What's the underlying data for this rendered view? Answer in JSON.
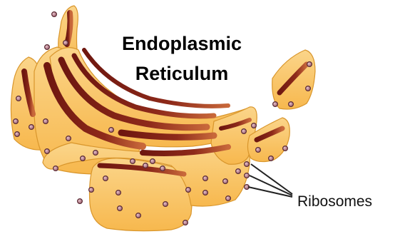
{
  "title": {
    "line1": "Endoplasmic",
    "line2": "Reticulum"
  },
  "labels": {
    "ribosomes": "Ribosomes"
  },
  "colors": {
    "membrane_fill": "#f9c15c",
    "membrane_light": "#fbd58a",
    "membrane_edge": "#d9962c",
    "lumen_dark": "#7a1b12",
    "lumen_mid": "#a4472a",
    "ribosome_fill": "#b77b8a",
    "ribosome_edge": "#5a2b34",
    "leader_line": "#222222"
  }
}
